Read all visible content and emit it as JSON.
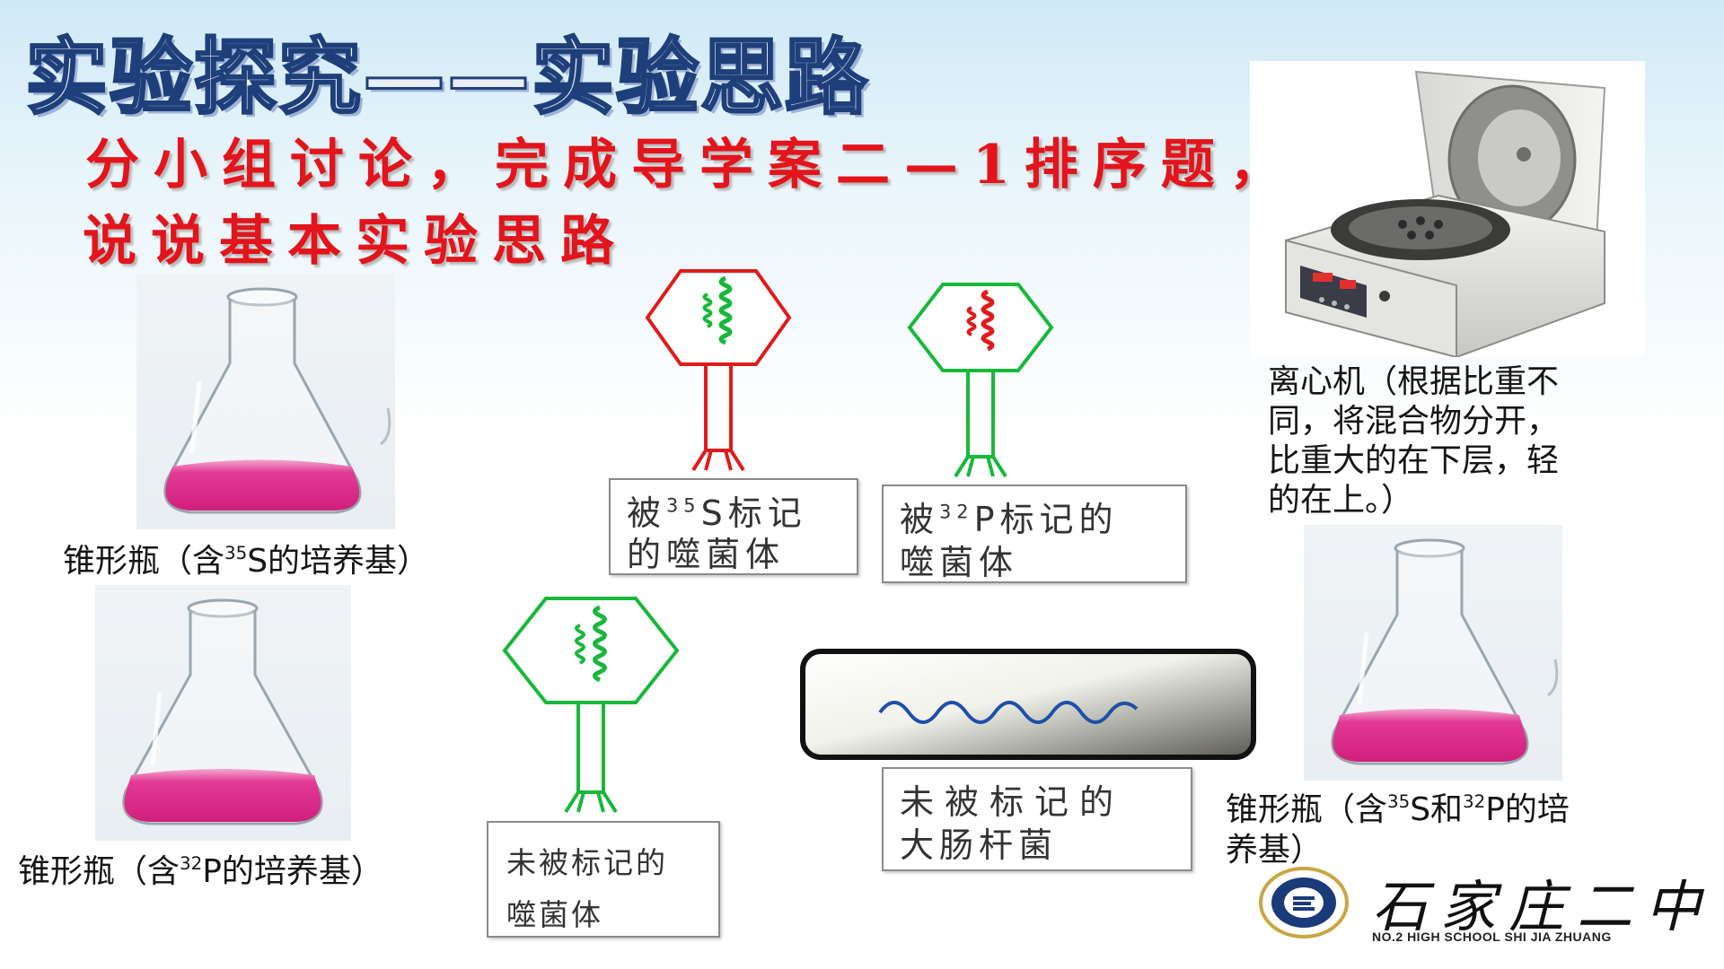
{
  "title": "实验探究——实验思路",
  "subtitle_line1": "分小组讨论，完成导学案二—1排序题，",
  "subtitle_line2": "说说基本实验思路",
  "flask1": {
    "caption_prefix": "锥形瓶（含",
    "sup": "35",
    "caption_suffix": "S的培养基）"
  },
  "flask2": {
    "caption_prefix": "锥形瓶（含",
    "sup": "32",
    "caption_suffix": "P的培养基）"
  },
  "flask3": {
    "caption_line1_a": "锥形瓶（含",
    "sup1": "35",
    "caption_line1_b": "S和",
    "sup2": "32",
    "caption_line1_c": "P的培",
    "caption_line2": "养基）"
  },
  "phage_s": {
    "line1_prefix": "被",
    "sup": "35",
    "line1_suffix": "S标记",
    "line2": "的噬菌体"
  },
  "phage_p": {
    "line1_prefix": "被",
    "sup": "32",
    "line1_suffix": "P标记的",
    "line2": "噬菌体"
  },
  "phage_unlabeled": {
    "line1": "未被标记的",
    "line2": "噬菌体"
  },
  "ecoli": {
    "line1": "未被标记的",
    "line2": "大肠杆菌"
  },
  "centrifuge_note": [
    "离心机（根据比重不",
    "同，将混合物分开，",
    "比重大的在下层，轻",
    "的在上。）"
  ],
  "school": {
    "name_cn": "石家庄二中",
    "name_en": "NO.2 HIGH SCHOOL  SHI  JIA  ZHUANG"
  },
  "colors": {
    "title_stroke": "#1f3f7a",
    "subtitle": "#e3141b",
    "phage_red": "#e01b1b",
    "phage_green": "#18b83a",
    "medium_pink": "#e0288a",
    "dna_blue": "#1f4fa8"
  }
}
